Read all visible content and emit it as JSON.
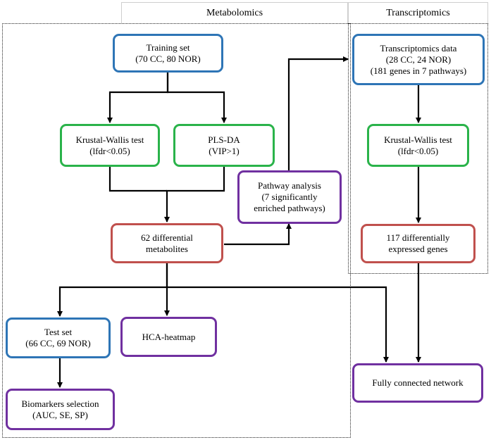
{
  "regions": {
    "metabolomics": "Metabolomics",
    "transcriptomics": "Transcriptomics"
  },
  "nodes": {
    "training_set": [
      "Training set",
      "(70 CC, 80 NOR)"
    ],
    "kw_test_metab": [
      "Krustal-Wallis test",
      "(lfdr<0.05)"
    ],
    "plsda": [
      "PLS-DA",
      "(VIP>1)"
    ],
    "diff_metabolites": [
      "62 differential",
      "metabolites"
    ],
    "pathway_analysis": [
      "Pathway analysis",
      "(7 significantly",
      "enriched pathways)"
    ],
    "transcriptomics_data": [
      "Transcriptomics data",
      "(28 CC, 24 NOR)",
      "(181 genes in 7 pathways)"
    ],
    "kw_test_trans": [
      "Krustal-Wallis test",
      "(lfdr<0.05)"
    ],
    "diff_genes": [
      "117 differentially",
      "expressed genes"
    ],
    "test_set": [
      "Test set",
      "(66 CC, 69 NOR)"
    ],
    "hca_heatmap": [
      "HCA-heatmap"
    ],
    "biomarkers": [
      "Biomarkers selection",
      "(AUC, SE, SP)"
    ],
    "network": [
      "Fully connected network"
    ]
  },
  "colors": {
    "blue": "#2e75b6",
    "green": "#2ab34a",
    "red": "#c0504d",
    "purple": "#7030a0",
    "line": "#000000"
  }
}
